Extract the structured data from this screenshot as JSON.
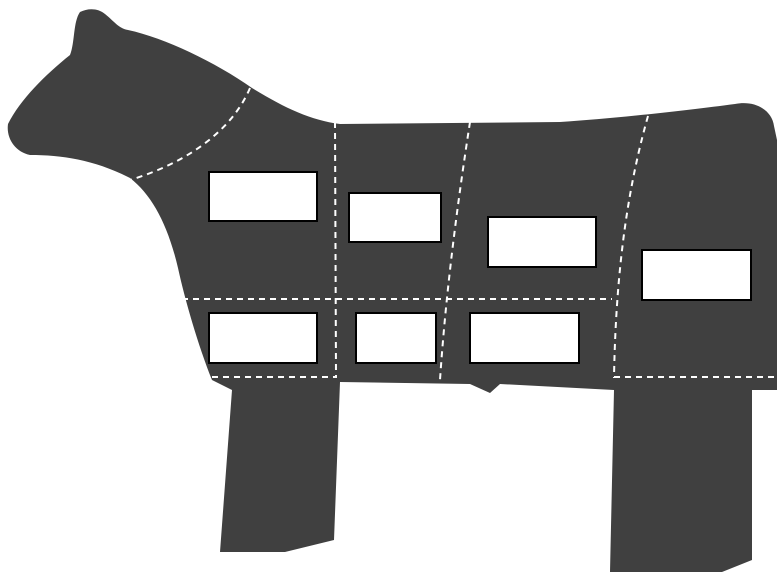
{
  "diagram": {
    "title": "",
    "colors": {
      "body": "#404040",
      "cut_lines": "#ffffff",
      "label_fill": "#ffffff",
      "label_border": "#000000"
    },
    "labels": [
      {
        "id": "box-1",
        "text": ""
      },
      {
        "id": "box-2",
        "text": ""
      },
      {
        "id": "box-3",
        "text": ""
      },
      {
        "id": "box-4",
        "text": ""
      },
      {
        "id": "box-5",
        "text": ""
      },
      {
        "id": "box-6",
        "text": ""
      },
      {
        "id": "box-7",
        "text": ""
      },
      {
        "id": "box-8",
        "text": ""
      }
    ]
  }
}
